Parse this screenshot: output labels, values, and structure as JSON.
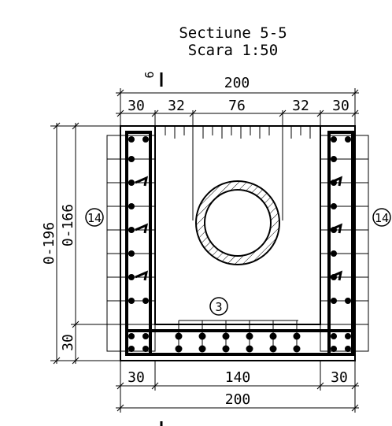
{
  "title": "Sectiune 5-5",
  "scale": "Scara 1:50",
  "rebar_mark_top": "6",
  "dims_top": {
    "overall": "200",
    "segments": [
      "30",
      "32",
      "76",
      "32",
      "30"
    ]
  },
  "dims_bottom": {
    "overall": "200",
    "segments": [
      "30",
      "140",
      "30"
    ]
  },
  "dims_left": {
    "outer": "0-196",
    "inner": "0-166",
    "base": "30"
  },
  "rebar_callouts": {
    "left": "14",
    "right": "14",
    "bottom": "3"
  },
  "colors": {
    "line": "#000000",
    "background": "#ffffff"
  }
}
